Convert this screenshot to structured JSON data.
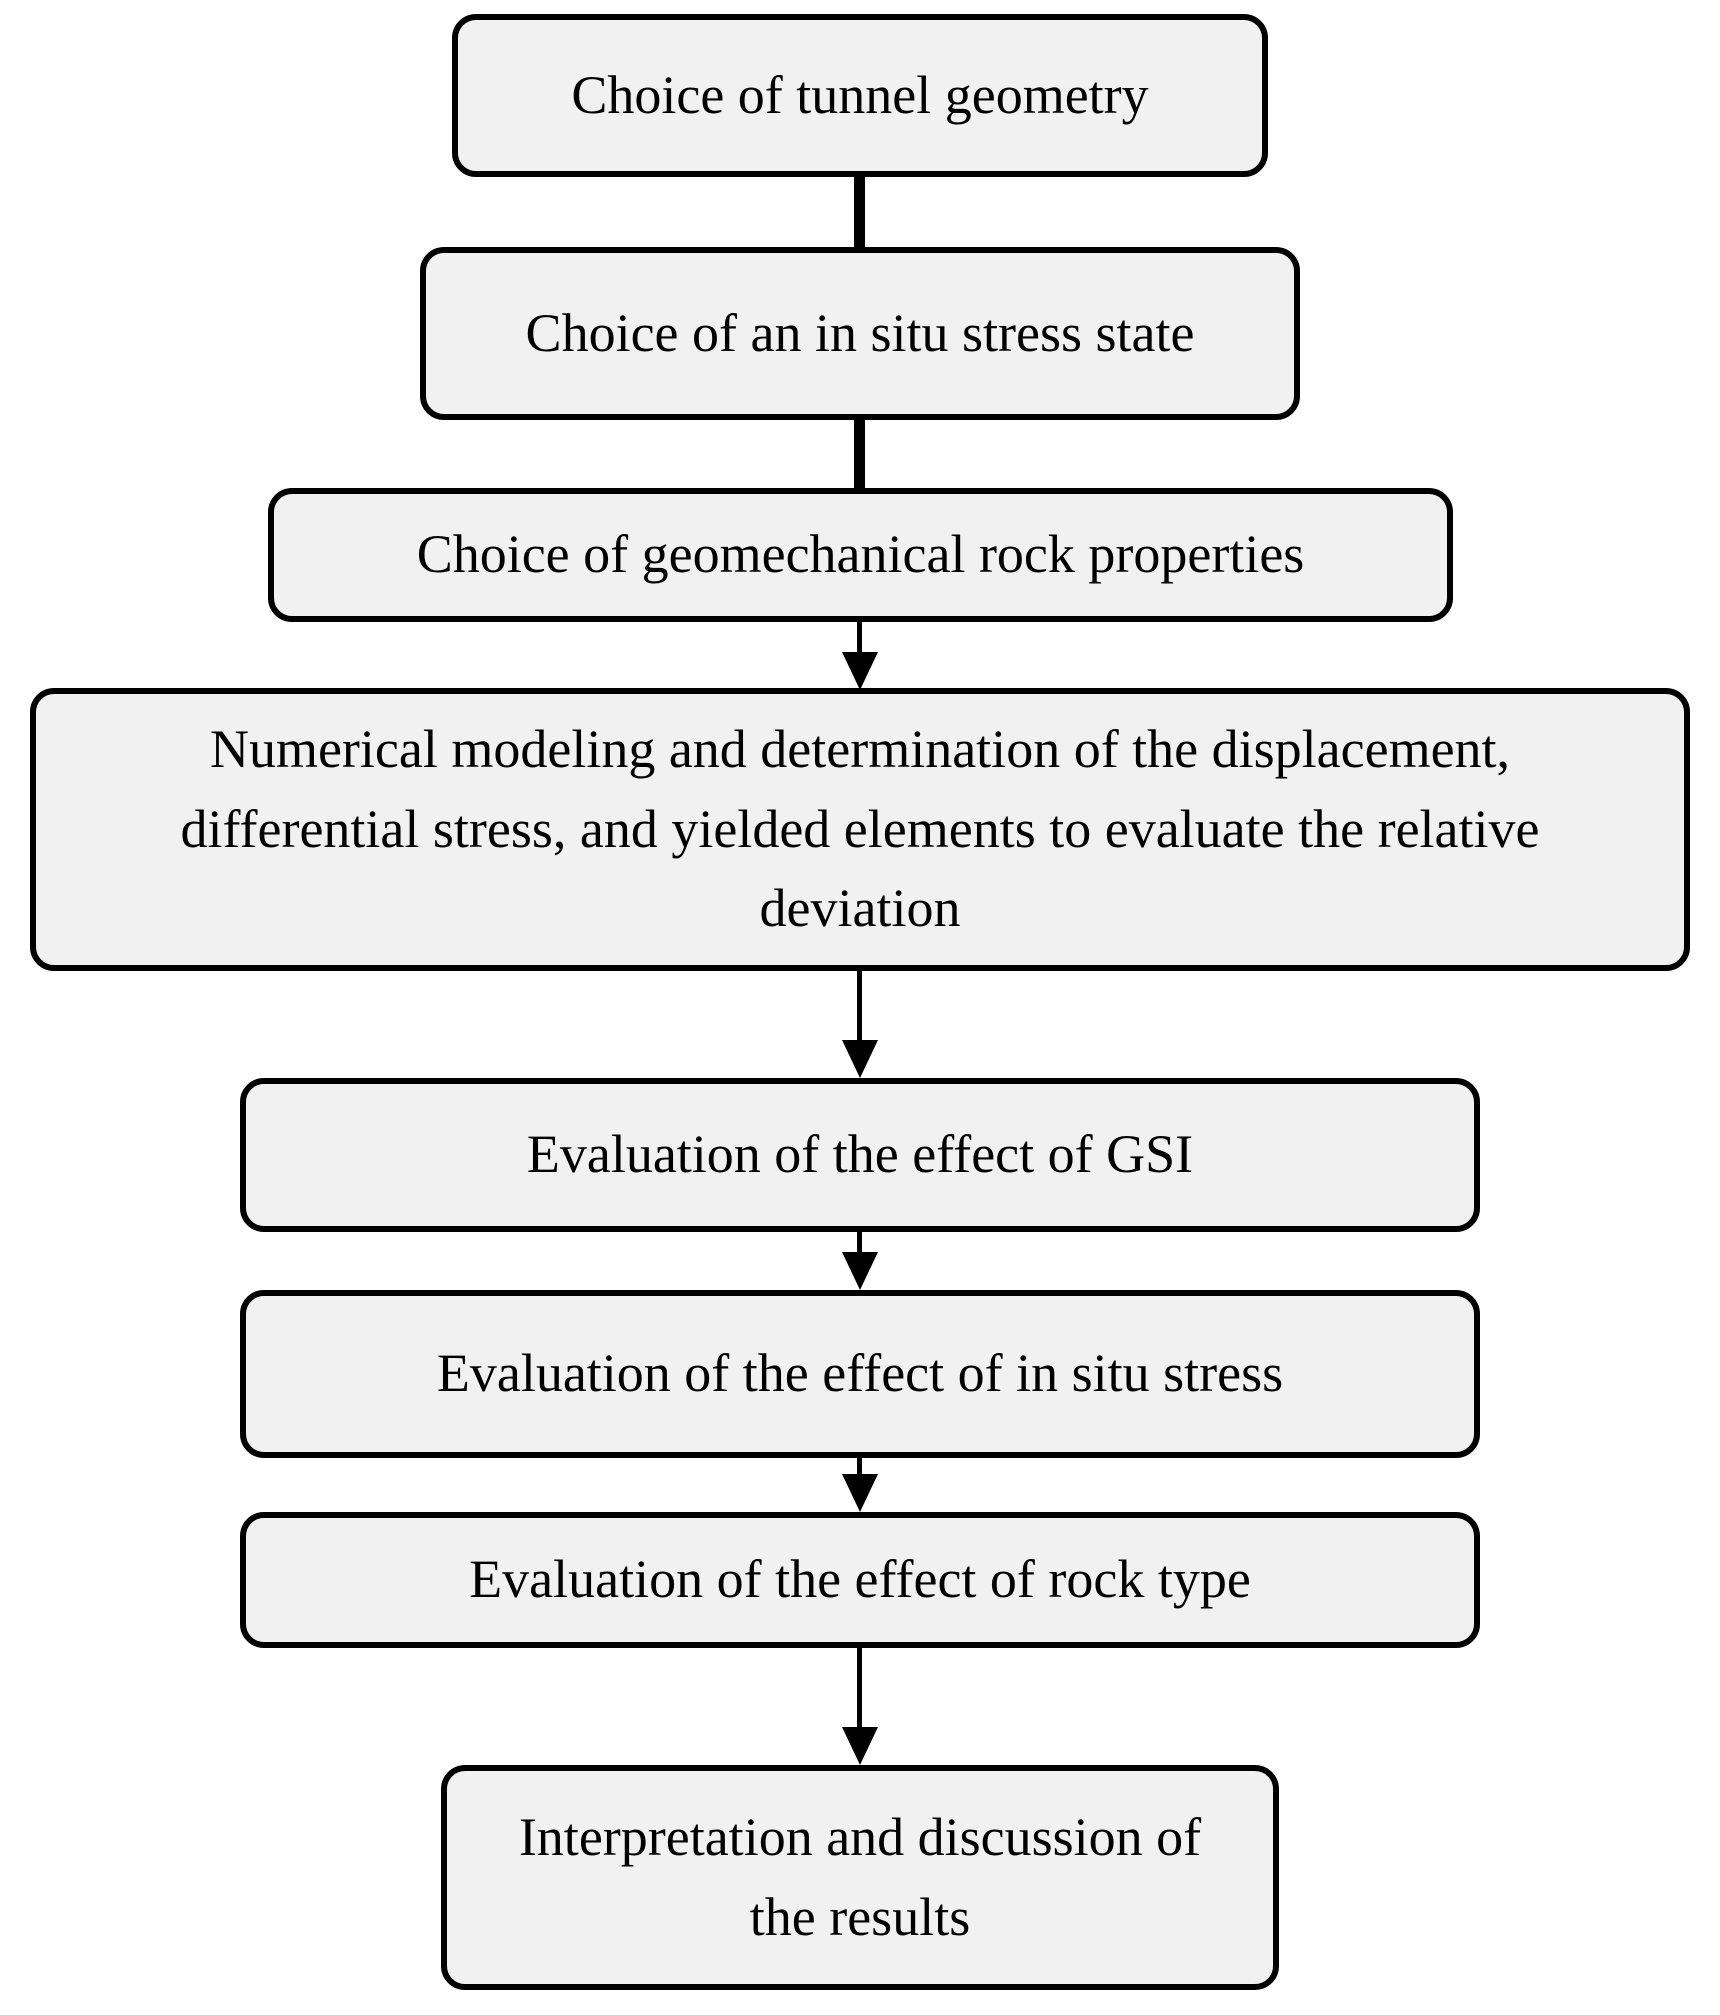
{
  "diagram": {
    "type": "flowchart",
    "direction": "top-down",
    "nodes": [
      {
        "id": "choice-tunnel-geometry",
        "label": "Choice of tunnel geometry"
      },
      {
        "id": "choice-in-situ-stress",
        "label": "Choice of an in situ stress state"
      },
      {
        "id": "choice-rock-properties",
        "label": "Choice of geomechanical rock properties"
      },
      {
        "id": "numerical-modeling",
        "label": "Numerical modeling and determination of the displacement, differential stress, and yielded elements to evaluate the relative deviation"
      },
      {
        "id": "evaluation-effect-gsi",
        "label": "Evaluation of the effect of GSI"
      },
      {
        "id": "evaluation-effect-stress",
        "label": "Evaluation of the effect of in situ stress"
      },
      {
        "id": "evaluation-effect-rock",
        "label": "Evaluation of the effect of rock type"
      },
      {
        "id": "interpretation-results",
        "label": "Interpretation and discussion of the results"
      }
    ],
    "edges": [
      {
        "from": "choice-tunnel-geometry",
        "to": "choice-in-situ-stress",
        "style": "plain-line"
      },
      {
        "from": "choice-in-situ-stress",
        "to": "choice-rock-properties",
        "style": "plain-line"
      },
      {
        "from": "choice-rock-properties",
        "to": "numerical-modeling",
        "style": "arrow"
      },
      {
        "from": "numerical-modeling",
        "to": "evaluation-effect-gsi",
        "style": "arrow"
      },
      {
        "from": "evaluation-effect-gsi",
        "to": "evaluation-effect-stress",
        "style": "arrow"
      },
      {
        "from": "evaluation-effect-stress",
        "to": "evaluation-effect-rock",
        "style": "arrow"
      },
      {
        "from": "evaluation-effect-rock",
        "to": "interpretation-results",
        "style": "arrow"
      }
    ],
    "colors": {
      "node_fill": "#f1f1f1",
      "node_border": "#000000",
      "text": "#000000",
      "background": "#ffffff"
    }
  }
}
